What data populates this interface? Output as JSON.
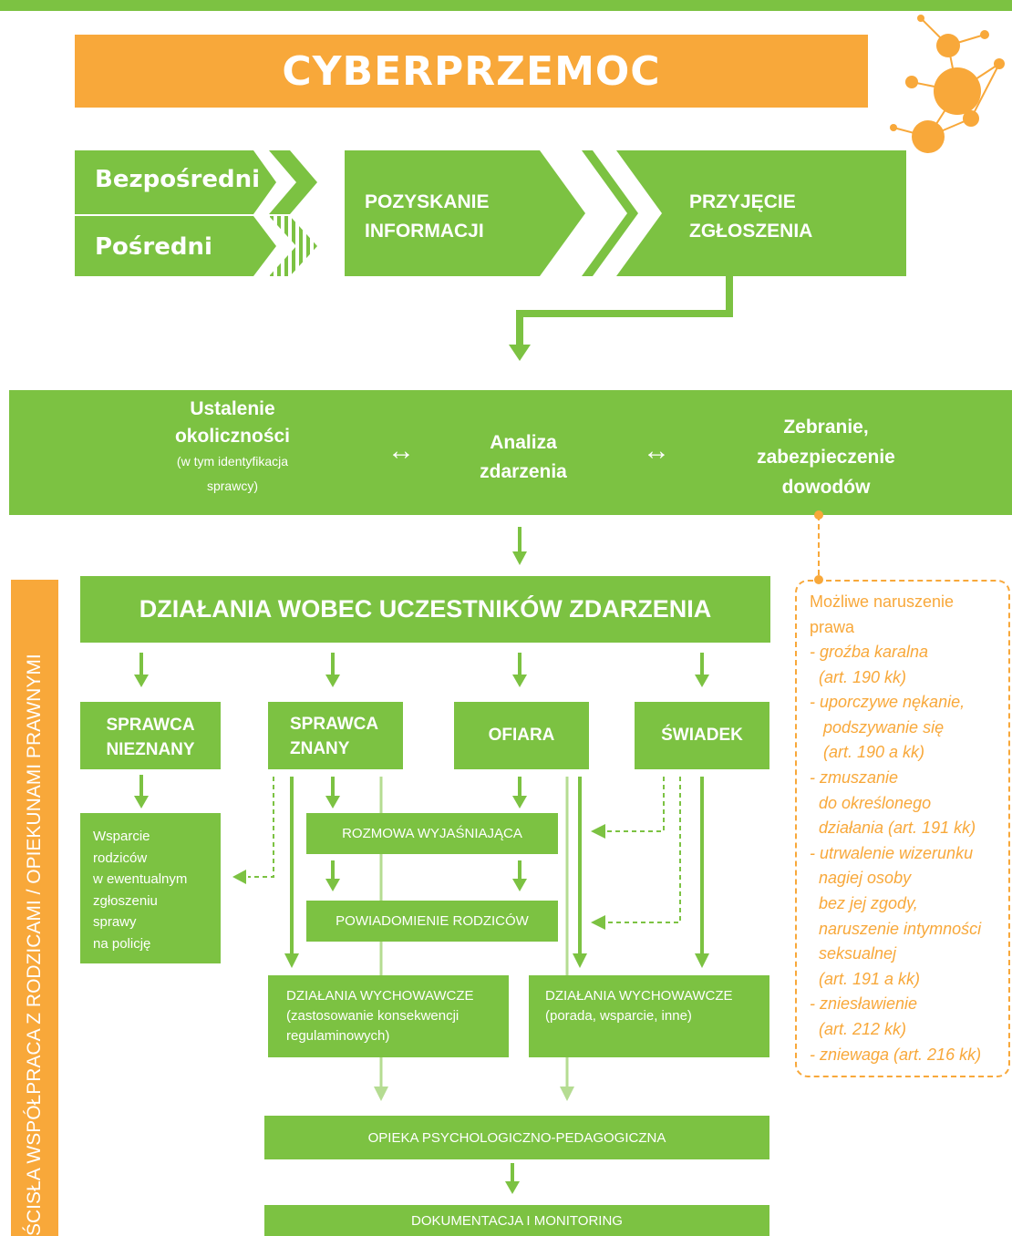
{
  "title": "CYBERPRZEMOC",
  "sources": {
    "direct": "Bezpośredni",
    "indirect": "Pośredni"
  },
  "intake": {
    "step1": [
      "POZYSKANIE",
      "INFORMACJI"
    ],
    "step2": [
      "PRZYJĘCIE",
      "ZGŁOSZENIA"
    ]
  },
  "analysis": {
    "left_title": [
      "Ustalenie",
      "okoliczności"
    ],
    "left_note": [
      "(w tym identyfikacja",
      "sprawcy)"
    ],
    "center": [
      "Analiza",
      "zdarzenia"
    ],
    "right": [
      "Zebranie,",
      "zabezpieczenie",
      "dowodów"
    ],
    "arrow_symbol": "↔"
  },
  "actions_title": "DZIAŁANIA WOBEC UCZESTNIKÓW ZDARZENIA",
  "participants": {
    "unknown_perpetrator": [
      "SPRAWCA",
      "NIEZNANY"
    ],
    "known_perpetrator": [
      "SPRAWCA",
      "ZNANY"
    ],
    "victim": "OFIARA",
    "witness": "ŚWIADEK"
  },
  "parent_support": [
    "Wsparcie",
    "rodziców",
    "w ewentualnym",
    "zgłoszeniu",
    "sprawy",
    "na policję"
  ],
  "explanatory_talk": "ROZMOWA WYJAŚNIAJĄCA",
  "notify_parents": "POWIADOMIENIE RODZICÓW",
  "educational_left": [
    "DZIAŁANIA WYCHOWAWCZE",
    "(zastosowanie konsekwencji",
    "regulaminowych)"
  ],
  "educational_right": [
    "DZIAŁANIA WYCHOWAWCZE",
    "(porada, wsparcie, inne)"
  ],
  "psych_care": "OPIEKA PSYCHOLOGICZNO-PEDAGOGICZNA",
  "documentation": "DOKUMENTACJA I MONITORING",
  "side_label": "ŚCISŁA WSPÓŁPRACA Z RODZICAMI / OPIEKUNAMI PRAWNYMI",
  "legal": {
    "heading": [
      "Możliwe naruszenie",
      "prawa"
    ],
    "items": [
      "- groźba karalna",
      "  (art. 190 kk)",
      "- uporczywe nękanie,",
      "   podszywanie się",
      "   (art. 190 a kk)",
      "- zmuszanie",
      "  do określonego",
      "  działania (art. 191 kk)",
      "- utrwalenie wizerunku",
      "  nagiej osoby",
      "  bez jej zgody,",
      "  naruszenie intymności",
      "  seksualnej",
      "  (art. 191 a kk)",
      "- zniesławienie",
      "  (art. 212 kk)",
      "- zniewaga (art. 216 kk)"
    ]
  },
  "colors": {
    "green": "#7cc242",
    "light_green": "#b5dc92",
    "orange": "#f8a83a"
  }
}
